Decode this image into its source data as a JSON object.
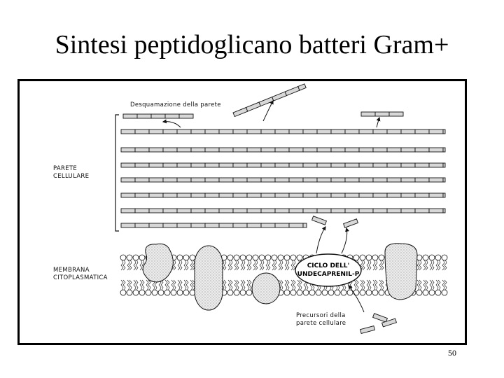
{
  "slide": {
    "title": "Sintesi peptidoglicano batteri Gram+",
    "page_number": "50"
  },
  "diagram": {
    "labels": {
      "wall_shedding": "Desquamazione della parete",
      "cell_wall_line1": "PARETE",
      "cell_wall_line2": "CELLULARE",
      "membrane_line1": "MEMBRANA",
      "membrane_line2": "CITOPLASMATICA",
      "cycle_line1": "CICLO DELL'",
      "cycle_line2": "UNDECAPRENIL-P",
      "precursors_line1": "Precursori della",
      "precursors_line2": "parete cellulare"
    },
    "colors": {
      "ink": "#111111",
      "brick_fill": "#d8d8d8",
      "protein_fill": "#e6e6e6"
    }
  }
}
